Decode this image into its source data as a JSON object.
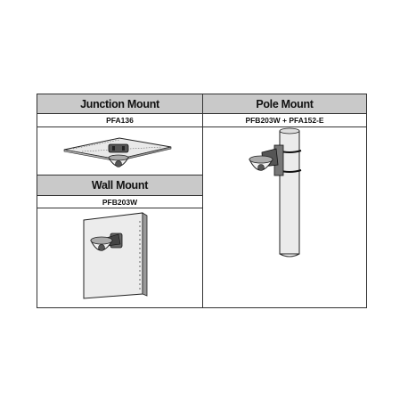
{
  "mounts": {
    "junction": {
      "title": "Junction Mount",
      "model": "PFA136"
    },
    "pole": {
      "title": "Pole Mount",
      "model": "PFB203W + PFA152-E"
    },
    "wall": {
      "title": "Wall Mount",
      "model": "PFB203W"
    }
  },
  "colors": {
    "header_bg": "#c9c9c9",
    "border": "#333333"
  }
}
